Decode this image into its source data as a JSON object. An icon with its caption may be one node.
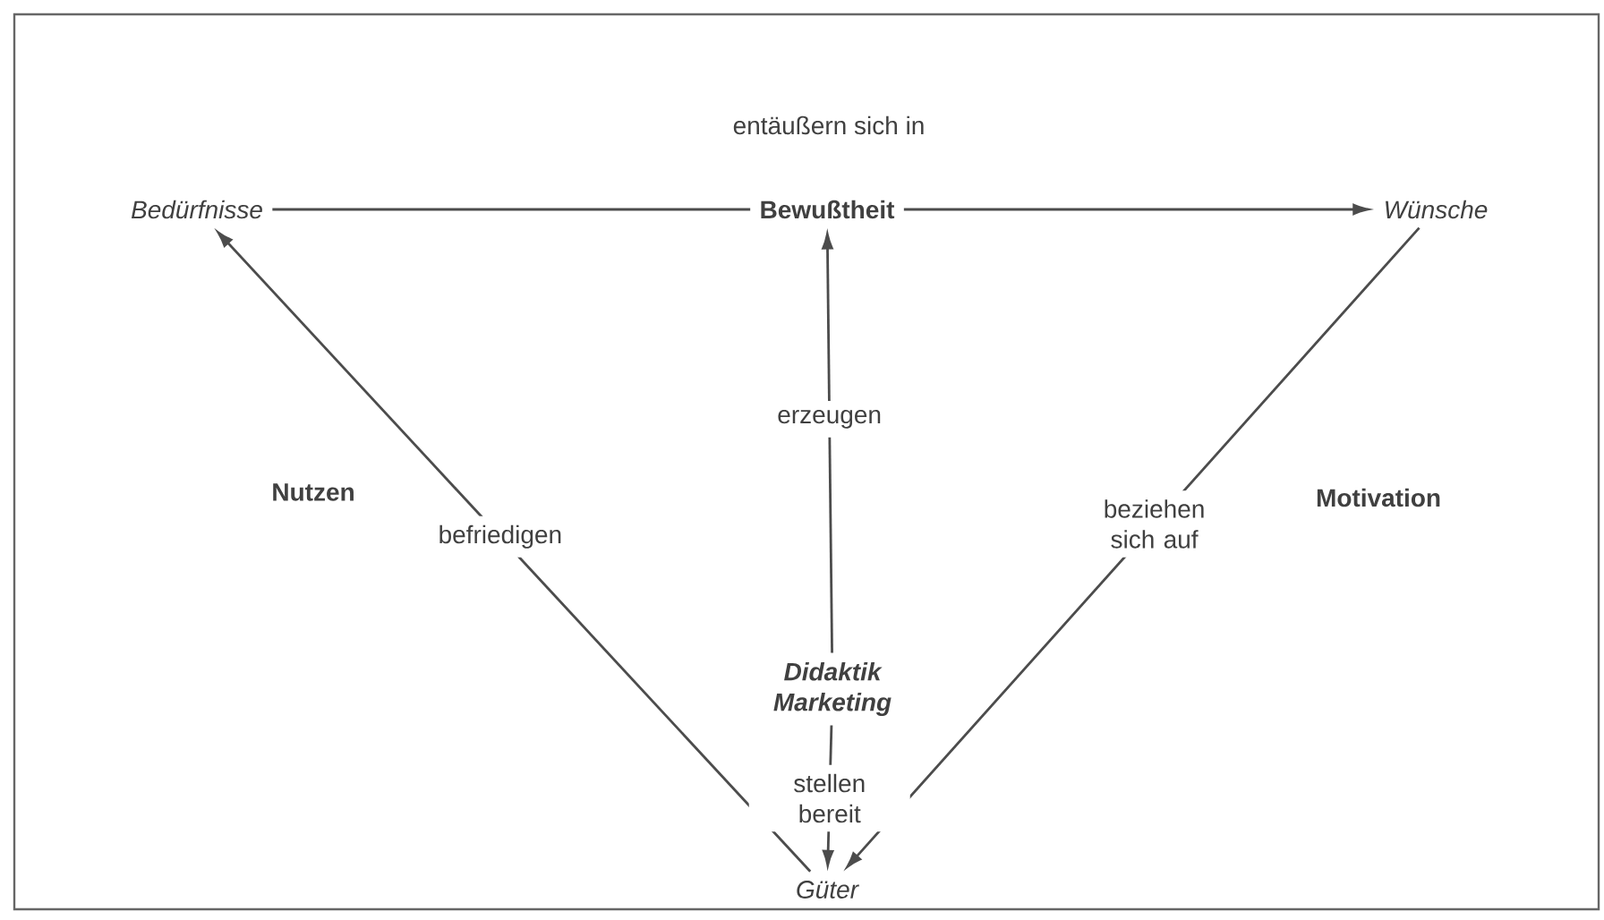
{
  "diagram": {
    "nodes": [
      {
        "text": [
          "Bedürfnisse"
        ]
      },
      {
        "text": [
          "Bewußtheit"
        ]
      },
      {
        "text": [
          "Wünsche"
        ]
      },
      {
        "text": [
          "Didaktik Marketing"
        ]
      },
      {
        "text": [
          "Güter"
        ]
      }
    ],
    "edges": [
      {
        "from": 0,
        "to": 1,
        "arrow": "none"
      },
      {
        "from": 1,
        "to": 2,
        "arrow": "to"
      },
      {
        "from": 3,
        "to": 1,
        "arrow": "to",
        "label": "erzeugen"
      },
      {
        "from": 3,
        "to": 4,
        "arrow": "to",
        "label": "stellen bereit"
      },
      {
        "from": 4,
        "to": 0,
        "arrow": "to",
        "label": "befriedigen"
      },
      {
        "from": 2,
        "to": 4,
        "arrow": "to",
        "label": "beziehen sich auf"
      }
    ],
    "labels": [
      "entäußern sich in",
      "Nutzen",
      "Motivation"
    ]
  }
}
